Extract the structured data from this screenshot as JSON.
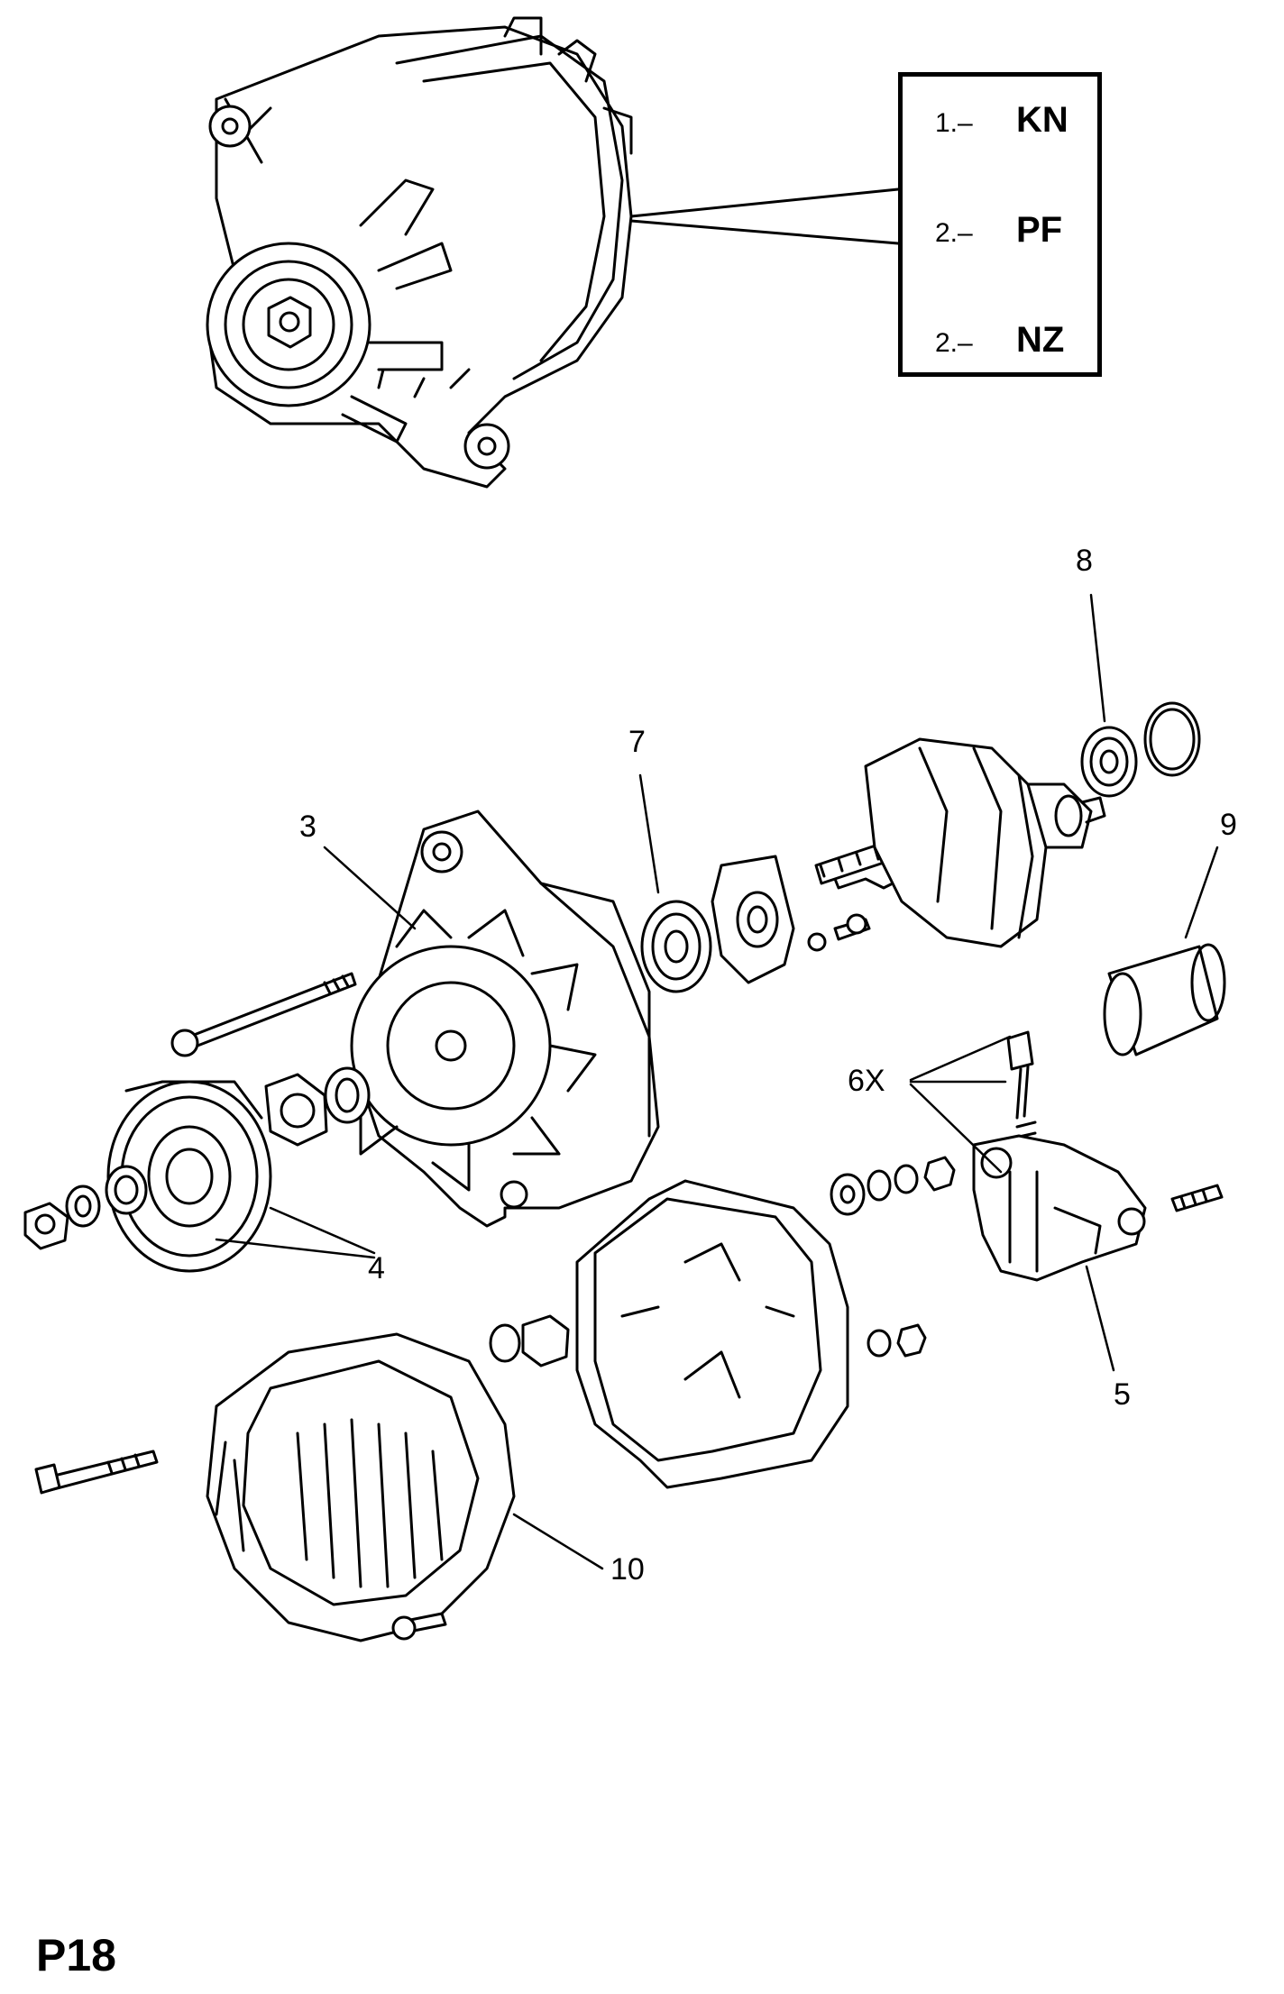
{
  "legend": [
    {
      "num": "1.–",
      "code": "KN"
    },
    {
      "num": "2.–",
      "code": "PF"
    },
    {
      "num": "2.–",
      "code": "NZ"
    }
  ],
  "callouts": {
    "c3": "3",
    "c4": "4",
    "c5": "5",
    "c6": "6X",
    "c7": "7",
    "c8": "8",
    "c9": "9",
    "c10": "10"
  },
  "page_code": "P18"
}
